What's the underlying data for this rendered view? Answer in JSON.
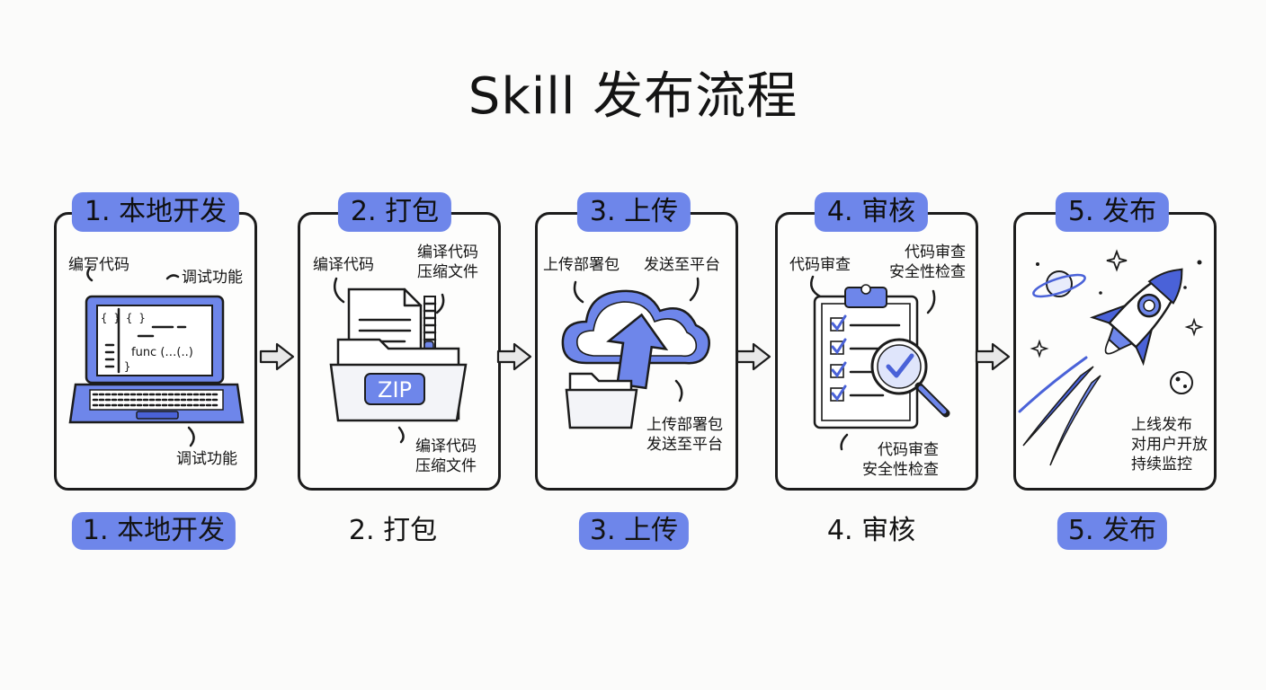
{
  "title": "Skill 发布流程",
  "steps": [
    {
      "label": "1. 本地开发",
      "bottom_label": "1. 本地开发",
      "bottom_highlighted": true,
      "notes": {
        "a": "编写代码",
        "b": "调试功能",
        "c": "调试功能"
      },
      "screen_code": [
        "{ }",
        "{ }",
        "func (…(..)",
        "}"
      ]
    },
    {
      "label": "2. 打包",
      "bottom_label": "2. 打包",
      "bottom_highlighted": false,
      "notes": {
        "a": "编译代码",
        "b1": "编译代码",
        "b2": "压缩文件",
        "c1": "编译代码",
        "c2": "压缩文件"
      },
      "badge": "ZIP"
    },
    {
      "label": "3. 上传",
      "bottom_label": "3. 上传",
      "bottom_highlighted": true,
      "notes": {
        "a": "上传部署包",
        "b": "发送至平台",
        "c1": "上传部署包",
        "c2": "发送至平台"
      }
    },
    {
      "label": "4. 审核",
      "bottom_label": "4. 审核",
      "bottom_highlighted": false,
      "notes": {
        "a": "代码审查",
        "b1": "代码审查",
        "b2": "安全性检查",
        "c1": "代码审查",
        "c2": "安全性检查"
      }
    },
    {
      "label": "5. 发布",
      "bottom_label": "5. 发布",
      "bottom_highlighted": true,
      "notes": {
        "c1": "上线发布",
        "c2": "对用户开放",
        "c3": "持续监控"
      }
    }
  ],
  "colors": {
    "accent": "#6e86ea",
    "accent_dark": "#4a62d8",
    "ink": "#1c1c1c",
    "background": "#fbfbfa"
  },
  "icons": {
    "step1": "laptop-icon",
    "step2": "zip-folder-icon",
    "step3": "cloud-upload-icon",
    "step4": "clipboard-checklist-icon",
    "step5": "rocket-icon",
    "connector": "right-arrow-icon"
  }
}
